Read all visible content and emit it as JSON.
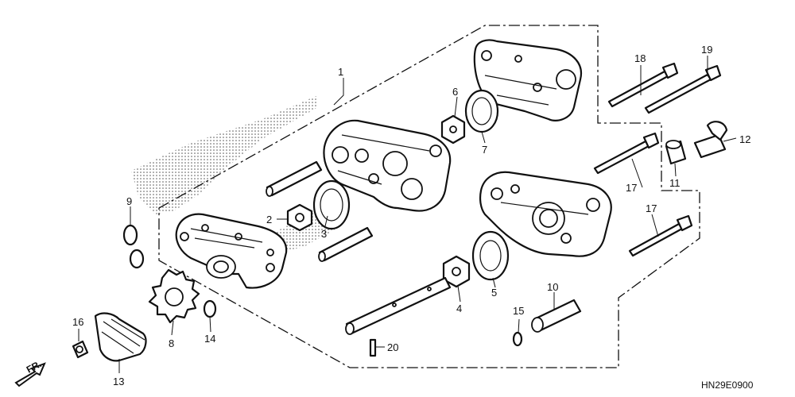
{
  "diagram": {
    "code": "HN29E0900",
    "direction_label": "FR.",
    "callouts": [
      {
        "id": "c1",
        "text": "1"
      },
      {
        "id": "c2",
        "text": "2"
      },
      {
        "id": "c3",
        "text": "3"
      },
      {
        "id": "c4",
        "text": "4"
      },
      {
        "id": "c5",
        "text": "5"
      },
      {
        "id": "c6",
        "text": "6"
      },
      {
        "id": "c7",
        "text": "7"
      },
      {
        "id": "c8",
        "text": "8"
      },
      {
        "id": "c9",
        "text": "9"
      },
      {
        "id": "c10",
        "text": "10"
      },
      {
        "id": "c11",
        "text": "11"
      },
      {
        "id": "c12",
        "text": "12"
      },
      {
        "id": "c13",
        "text": "13"
      },
      {
        "id": "c14",
        "text": "14"
      },
      {
        "id": "c15",
        "text": "15"
      },
      {
        "id": "c16",
        "text": "16"
      },
      {
        "id": "c17a",
        "text": "17"
      },
      {
        "id": "c17b",
        "text": "17"
      },
      {
        "id": "c18",
        "text": "18"
      },
      {
        "id": "c19",
        "text": "19"
      },
      {
        "id": "c20",
        "text": "20"
      }
    ]
  }
}
